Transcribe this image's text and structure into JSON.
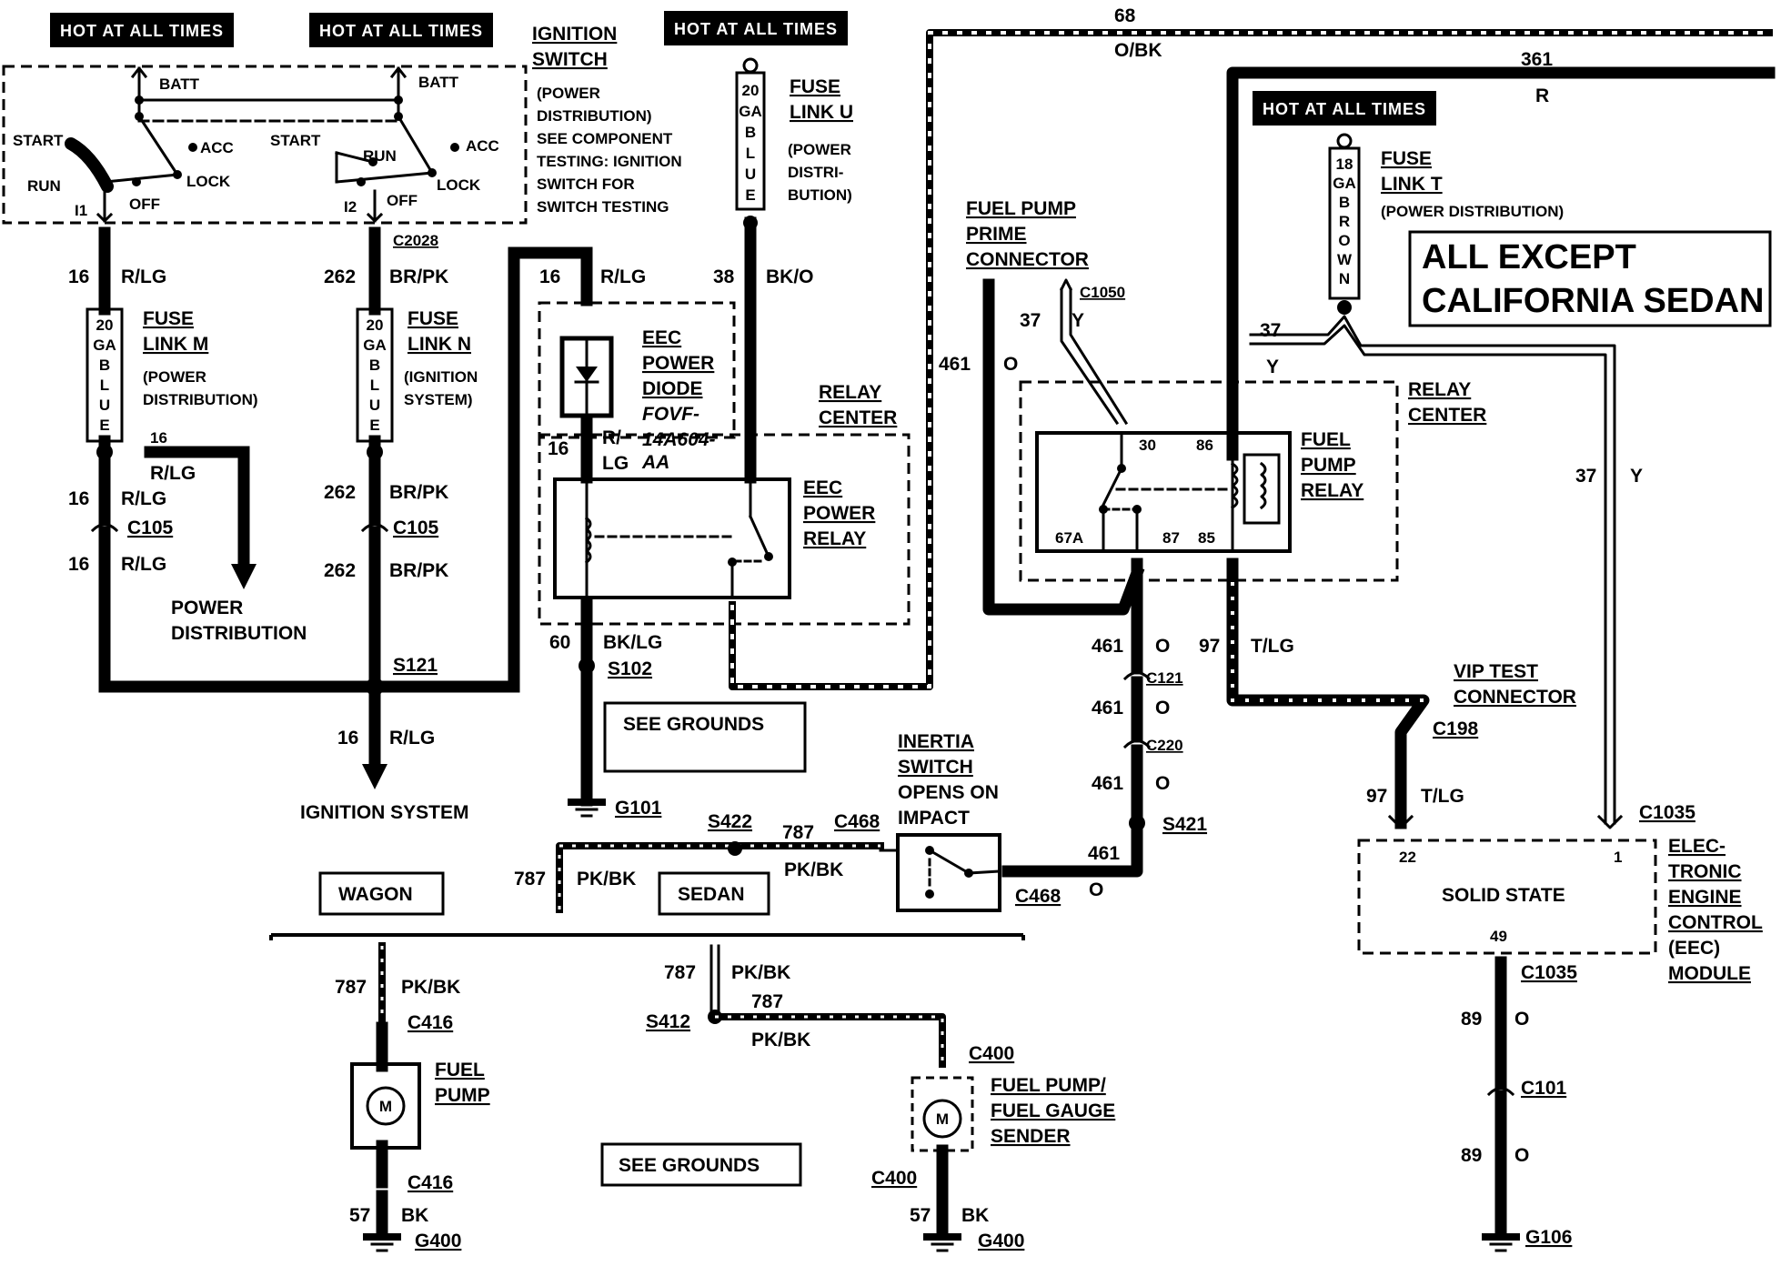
{
  "hot_badges": [
    "HOT AT ALL TIMES",
    "HOT AT ALL TIMES",
    "HOT AT ALL TIMES",
    "HOT AT ALL TIMES"
  ],
  "ignition_switch": {
    "title_1": "IGNITION",
    "title_2": "SWITCH",
    "desc": [
      "(POWER",
      "DISTRIBUTION)",
      "SEE COMPONENT",
      "TESTING: IGNITION",
      "SWITCH FOR",
      "SWITCH TESTING"
    ],
    "batt": "BATT",
    "start": "START",
    "run": "RUN",
    "acc": "ACC",
    "lock": "LOCK",
    "off": "OFF",
    "i1": "I1",
    "i2": "I2",
    "connector": "C2028"
  },
  "fuse_links": {
    "m": {
      "gauge": [
        "20",
        "GA",
        "B",
        "L",
        "U",
        "E"
      ],
      "title_1": "FUSE",
      "title_2": "LINK M",
      "desc": [
        "(POWER",
        "DISTRIBUTION)"
      ]
    },
    "n": {
      "gauge": [
        "20",
        "GA",
        "B",
        "L",
        "U",
        "E"
      ],
      "title_1": "FUSE",
      "title_2": "LINK N",
      "desc": [
        "(IGNITION",
        "SYSTEM)"
      ]
    },
    "u": {
      "gauge": [
        "20",
        "GA",
        "B",
        "L",
        "U",
        "E"
      ],
      "title_1": "FUSE",
      "title_2": "LINK U",
      "desc": [
        "(POWER",
        "DISTRI-",
        "BUTION)"
      ]
    },
    "t": {
      "gauge": [
        "18",
        "GA",
        "B",
        "R",
        "O",
        "W",
        "N"
      ],
      "title_1": "FUSE",
      "title_2": "LINK T",
      "desc": [
        "(POWER DISTRIBUTION)"
      ]
    }
  },
  "wires": {
    "c16": "16",
    "rlg": "R/LG",
    "c262": "262",
    "brpk": "BR/PK",
    "c38": "38",
    "bko": "BK/O",
    "c60": "60",
    "bklg": "BK/LG",
    "c68": "68",
    "obk": "O/BK",
    "c361": "361",
    "r": "R",
    "c461": "461",
    "o": "O",
    "c37": "37",
    "y": "Y",
    "c97": "97",
    "tlg": "T/LG",
    "c787": "787",
    "pkbk": "PK/BK",
    "c57": "57",
    "bk": "BK",
    "c89": "89",
    "r_slash": "R/",
    "lg_aa": "LG"
  },
  "connectors": {
    "c105": "C105",
    "s121": "S121",
    "s102": "S102",
    "g101": "G101",
    "c1050": "C1050",
    "c121": "C121",
    "c220": "C220",
    "s421": "S421",
    "c468": "C468",
    "s422": "S422",
    "c198": "C198",
    "c1035": "C1035",
    "c101": "C101",
    "g106": "G106",
    "c416": "C416",
    "g400": "G400",
    "s412": "S412",
    "c400": "C400"
  },
  "labels": {
    "power_distribution": [
      "POWER",
      "DISTRIBUTION"
    ],
    "ignition_system": "IGNITION SYSTEM",
    "see_grounds": "SEE GROUNDS",
    "eec_power_diode": [
      "EEC",
      "POWER",
      "DIODE"
    ],
    "diode_part": [
      "FOVF-",
      "14A604-",
      "AA"
    ],
    "relay_center": [
      "RELAY",
      "CENTER"
    ],
    "eec_power_relay": [
      "EEC",
      "POWER",
      "RELAY"
    ],
    "fuel_pump_prime": [
      "FUEL PUMP",
      "PRIME",
      "CONNECTOR"
    ],
    "fuel_pump_relay": [
      "FUEL",
      "PUMP",
      "RELAY"
    ],
    "relay_pins": {
      "p30": "30",
      "p86": "86",
      "p67a": "67A",
      "p87": "87",
      "p85": "85"
    },
    "all_except": [
      "ALL EXCEPT",
      "CALIFORNIA SEDAN"
    ],
    "inertia_switch": [
      "INERTIA",
      "SWITCH",
      "OPENS ON",
      "IMPACT"
    ],
    "vip_test": [
      "VIP TEST",
      "CONNECTOR"
    ],
    "eec_module": [
      "ELEC-",
      "TRONIC",
      "ENGINE",
      "CONTROL",
      "(EEC)",
      "MODULE"
    ],
    "solid_state": "SOLID STATE",
    "pin22": "22",
    "pin1": "1",
    "pin49": "49",
    "wagon": "WAGON",
    "sedan": "SEDAN",
    "fuel_pump": [
      "FUEL",
      "PUMP"
    ],
    "fuel_pump_sender": [
      "FUEL PUMP/",
      "FUEL GAUGE",
      "SENDER"
    ],
    "motor": "M"
  }
}
